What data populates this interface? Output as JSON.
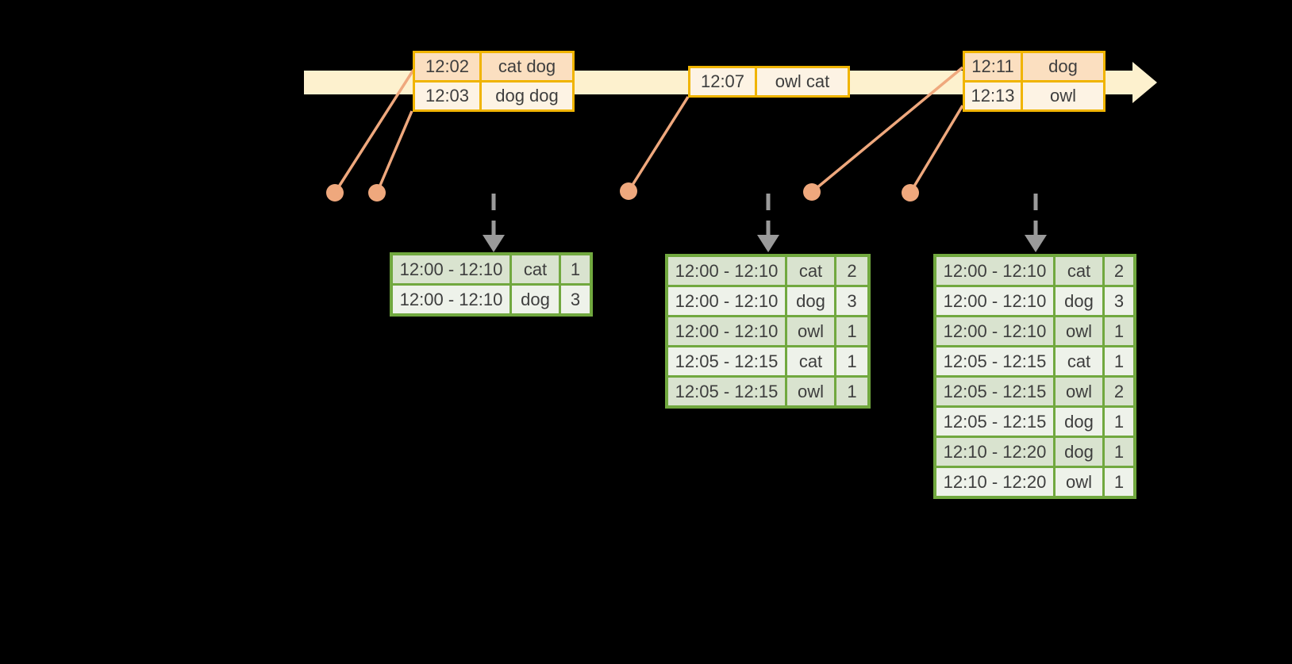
{
  "diagram": {
    "type": "streaming-windowed-word-count",
    "colors": {
      "background": "#000000",
      "timeline_band": "#fdf1ce",
      "event_table_border": "#f0b400",
      "event_row_dark": "#fbdfc0",
      "event_row_light": "#fdf3e4",
      "result_table_border": "#71a83f",
      "result_row_dark": "#d9e3cf",
      "result_row_light": "#eef2ea",
      "connector": "#efa87d",
      "trigger_arrow": "#9a9a9a",
      "text": "#3e3e3e"
    },
    "icons": {
      "timeline_arrow": "right-arrow",
      "trigger_arrow": "dashed-down-arrow",
      "event_marker": "circle-dot"
    }
  },
  "event_tables": [
    {
      "rows": [
        {
          "time": "12:02",
          "words": "cat dog"
        },
        {
          "time": "12:03",
          "words": "dog dog"
        }
      ]
    },
    {
      "rows": [
        {
          "time": "12:07",
          "words": "owl cat"
        }
      ]
    },
    {
      "rows": [
        {
          "time": "12:11",
          "words": "dog"
        },
        {
          "time": "12:13",
          "words": "owl"
        }
      ]
    }
  ],
  "result_tables": [
    {
      "rows": [
        {
          "window": "12:00 - 12:10",
          "word": "cat",
          "count": "1"
        },
        {
          "window": "12:00 - 12:10",
          "word": "dog",
          "count": "3"
        }
      ]
    },
    {
      "rows": [
        {
          "window": "12:00 - 12:10",
          "word": "cat",
          "count": "2"
        },
        {
          "window": "12:00 - 12:10",
          "word": "dog",
          "count": "3"
        },
        {
          "window": "12:00 - 12:10",
          "word": "owl",
          "count": "1"
        },
        {
          "window": "12:05 - 12:15",
          "word": "cat",
          "count": "1"
        },
        {
          "window": "12:05 - 12:15",
          "word": "owl",
          "count": "1"
        }
      ]
    },
    {
      "rows": [
        {
          "window": "12:00 - 12:10",
          "word": "cat",
          "count": "2"
        },
        {
          "window": "12:00 - 12:10",
          "word": "dog",
          "count": "3"
        },
        {
          "window": "12:00 - 12:10",
          "word": "owl",
          "count": "1"
        },
        {
          "window": "12:05 - 12:15",
          "word": "cat",
          "count": "1"
        },
        {
          "window": "12:05 - 12:15",
          "word": "owl",
          "count": "2"
        },
        {
          "window": "12:05 - 12:15",
          "word": "dog",
          "count": "1"
        },
        {
          "window": "12:10 - 12:20",
          "word": "dog",
          "count": "1"
        },
        {
          "window": "12:10 - 12:20",
          "word": "owl",
          "count": "1"
        }
      ]
    }
  ]
}
